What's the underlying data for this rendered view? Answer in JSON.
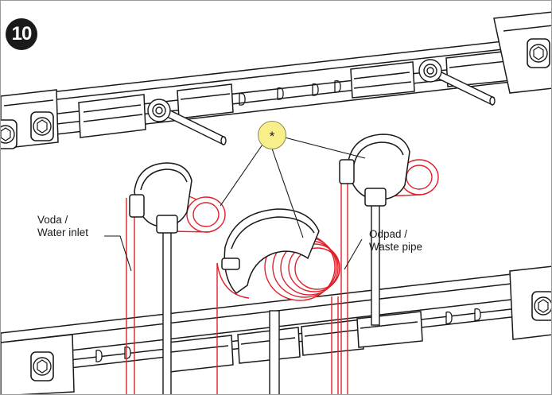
{
  "step": {
    "number": "10"
  },
  "labels": {
    "water_inlet": [
      "Voda /",
      "Water inlet"
    ],
    "waste_pipe": [
      "Odpad /",
      "Waste pipe"
    ],
    "marker": "*"
  },
  "colors": {
    "outline": "#1a1a1a",
    "pipe_red": "#e0202a",
    "marker_fill": "#f8ef8a",
    "badge": "#1a1a1a"
  }
}
